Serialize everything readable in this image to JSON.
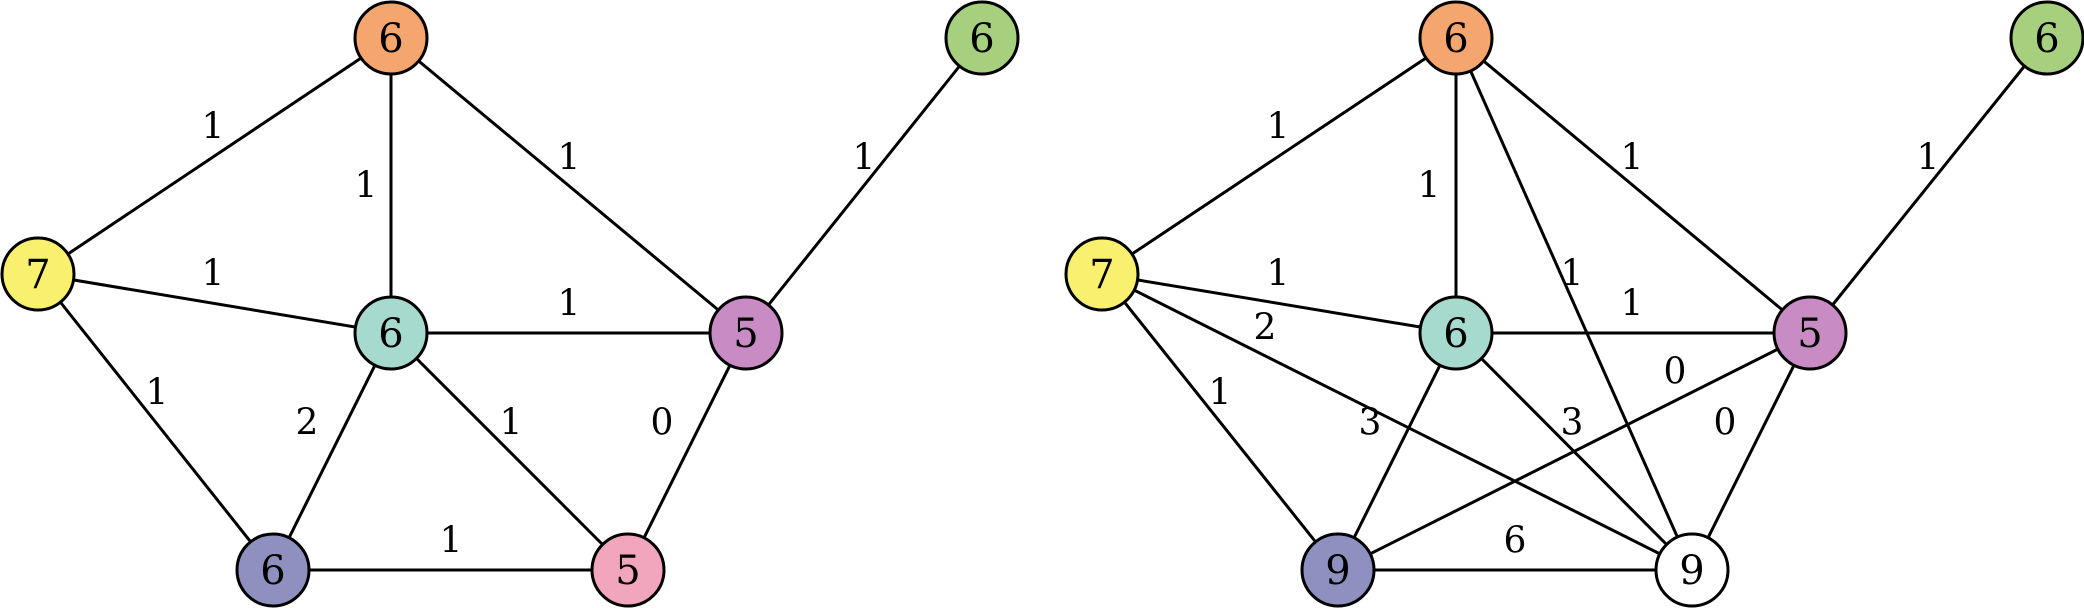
{
  "colors": {
    "orange": "#F4A66E",
    "yellow": "#F9F06F",
    "teal": "#A6DACE",
    "violet": "#C88BC4",
    "blue": "#8E91BF",
    "pink": "#F1A6BD",
    "green": "#A6D07D",
    "white": "#FFFFFF"
  },
  "graphs": [
    {
      "name": "left-graph",
      "nodes": [
        {
          "id": "A",
          "label": "6",
          "color": "orange"
        },
        {
          "id": "B",
          "label": "6",
          "color": "green"
        },
        {
          "id": "C",
          "label": "7",
          "color": "yellow"
        },
        {
          "id": "D",
          "label": "6",
          "color": "teal"
        },
        {
          "id": "E",
          "label": "5",
          "color": "violet"
        },
        {
          "id": "F",
          "label": "6",
          "color": "blue"
        },
        {
          "id": "G",
          "label": "5",
          "color": "pink"
        }
      ],
      "edges": [
        {
          "from": "A",
          "to": "C",
          "label": "1"
        },
        {
          "from": "A",
          "to": "D",
          "label": "1"
        },
        {
          "from": "A",
          "to": "E",
          "label": "1"
        },
        {
          "from": "B",
          "to": "E",
          "label": "1"
        },
        {
          "from": "C",
          "to": "D",
          "label": "1"
        },
        {
          "from": "D",
          "to": "E",
          "label": "1"
        },
        {
          "from": "C",
          "to": "F",
          "label": "1"
        },
        {
          "from": "D",
          "to": "F",
          "label": "2"
        },
        {
          "from": "D",
          "to": "G",
          "label": "1"
        },
        {
          "from": "E",
          "to": "G",
          "label": "0"
        },
        {
          "from": "F",
          "to": "G",
          "label": "1"
        }
      ]
    },
    {
      "name": "right-graph",
      "nodes": [
        {
          "id": "A",
          "label": "6",
          "color": "orange"
        },
        {
          "id": "B",
          "label": "6",
          "color": "green"
        },
        {
          "id": "C",
          "label": "7",
          "color": "yellow"
        },
        {
          "id": "D",
          "label": "6",
          "color": "teal"
        },
        {
          "id": "E",
          "label": "5",
          "color": "violet"
        },
        {
          "id": "F",
          "label": "9",
          "color": "blue"
        },
        {
          "id": "G",
          "label": "9",
          "color": "white"
        }
      ],
      "edges": [
        {
          "from": "A",
          "to": "C",
          "label": "1"
        },
        {
          "from": "A",
          "to": "D",
          "label": "1"
        },
        {
          "from": "A",
          "to": "E",
          "label": "1"
        },
        {
          "from": "A",
          "to": "G",
          "label": "1"
        },
        {
          "from": "B",
          "to": "E",
          "label": "1"
        },
        {
          "from": "C",
          "to": "D",
          "label": "1"
        },
        {
          "from": "D",
          "to": "E",
          "label": "1"
        },
        {
          "from": "C",
          "to": "G",
          "label": "2"
        },
        {
          "from": "C",
          "to": "F",
          "label": "1"
        },
        {
          "from": "D",
          "to": "F",
          "label": "3"
        },
        {
          "from": "D",
          "to": "G",
          "label": "3"
        },
        {
          "from": "F",
          "to": "E",
          "label": "0"
        },
        {
          "from": "E",
          "to": "G",
          "label": "0"
        },
        {
          "from": "F",
          "to": "G",
          "label": "6"
        }
      ]
    }
  ]
}
